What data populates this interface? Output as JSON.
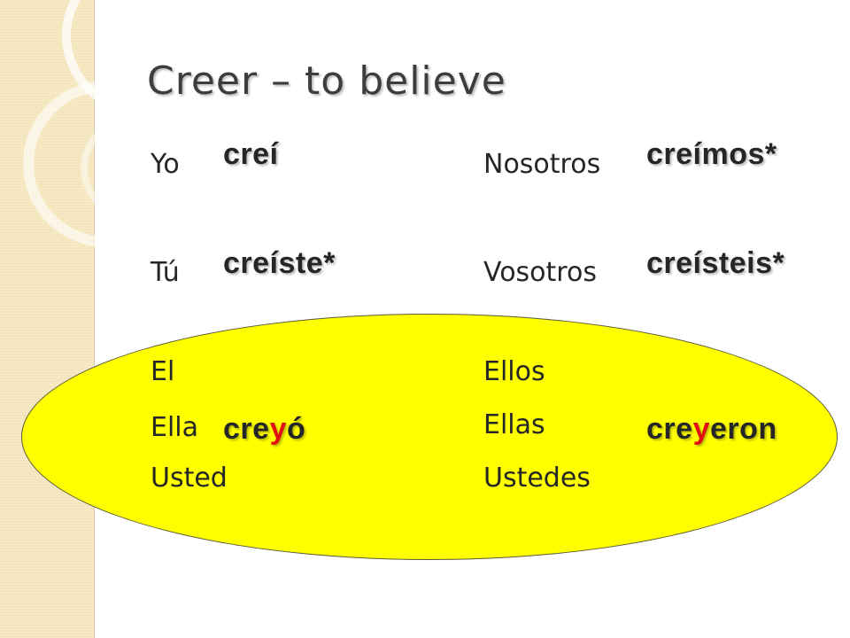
{
  "title": "Creer – to believe",
  "pronouns": {
    "yo": "Yo",
    "tu": "Tú",
    "el": "El",
    "ella": "Ella",
    "usted": "Usted",
    "nosotros": "Nosotros",
    "vosotros": "Vosotros",
    "ellos": "Ellos",
    "ellas": "Ellas",
    "ustedes": "Ustedes"
  },
  "conjugations": {
    "yo": "creí",
    "tu": "creíste*",
    "nosotros": "creímos*",
    "vosotros": "creísteis*",
    "el_ella_usted": {
      "before": "cre",
      "highlight": "y",
      "after": "ó"
    },
    "ellos_ellas_ustedes": {
      "before": "cre",
      "highlight": "y",
      "after": "eron"
    }
  },
  "colors": {
    "oval": "#ffff00",
    "highlight": "#e01010",
    "sidebar": "#f3e4b9"
  }
}
